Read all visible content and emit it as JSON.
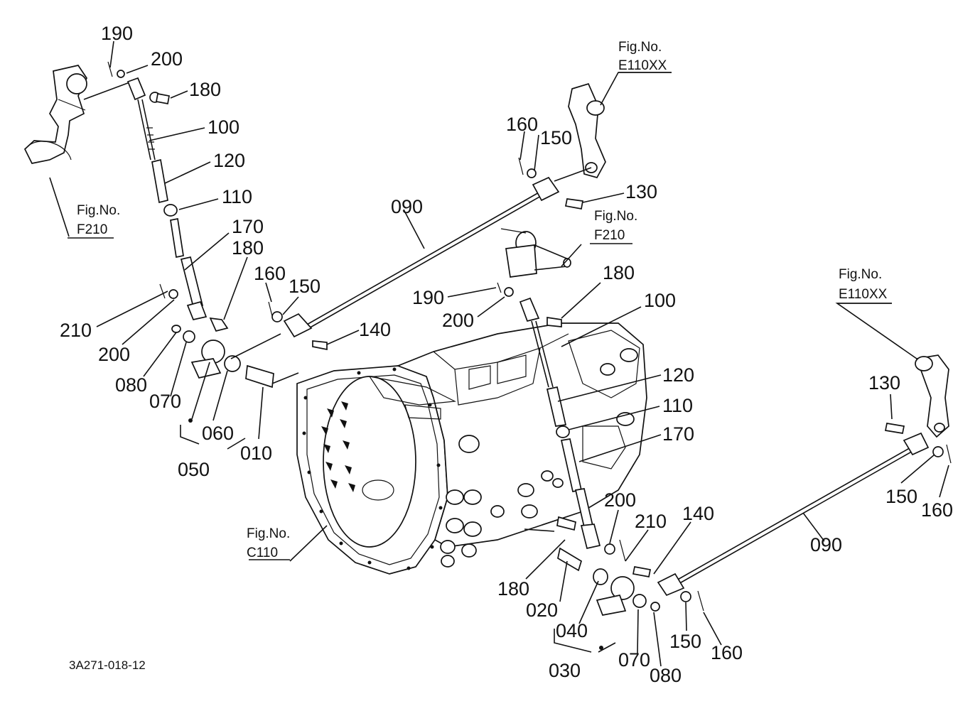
{
  "diagram_code": "3A271-018-12",
  "figure_refs": [
    {
      "id": "e110xx_top",
      "title": "Fig.No.",
      "code": "E110XX"
    },
    {
      "id": "f210_left",
      "title": "Fig.No.",
      "code": "F210"
    },
    {
      "id": "f210_mid",
      "title": "Fig.No.",
      "code": "F210"
    },
    {
      "id": "e110xx_right",
      "title": "Fig.No.",
      "code": "E110XX"
    },
    {
      "id": "c110",
      "title": "Fig.No.",
      "code": "C110"
    }
  ],
  "callouts": [
    {
      "id": "l190a",
      "text": "190"
    },
    {
      "id": "l200a",
      "text": "200"
    },
    {
      "id": "l180a",
      "text": "180"
    },
    {
      "id": "l100a",
      "text": "100"
    },
    {
      "id": "l120a",
      "text": "120"
    },
    {
      "id": "l110a",
      "text": "110"
    },
    {
      "id": "l170a",
      "text": "170"
    },
    {
      "id": "l180b",
      "text": "180"
    },
    {
      "id": "l160a",
      "text": "160"
    },
    {
      "id": "l150a",
      "text": "150"
    },
    {
      "id": "l210a",
      "text": "210"
    },
    {
      "id": "l200b",
      "text": "200"
    },
    {
      "id": "l080a",
      "text": "080"
    },
    {
      "id": "l070a",
      "text": "070"
    },
    {
      "id": "l060",
      "text": "060"
    },
    {
      "id": "l010",
      "text": "010"
    },
    {
      "id": "l050",
      "text": "050"
    },
    {
      "id": "l090a",
      "text": "090"
    },
    {
      "id": "l140a",
      "text": "140"
    },
    {
      "id": "l160b",
      "text": "160"
    },
    {
      "id": "l150b",
      "text": "150"
    },
    {
      "id": "l130a",
      "text": "130"
    },
    {
      "id": "l190b",
      "text": "190"
    },
    {
      "id": "l200c",
      "text": "200"
    },
    {
      "id": "l180c",
      "text": "180"
    },
    {
      "id": "l100b",
      "text": "100"
    },
    {
      "id": "l120b",
      "text": "120"
    },
    {
      "id": "l110b",
      "text": "110"
    },
    {
      "id": "l170b",
      "text": "170"
    },
    {
      "id": "l130b",
      "text": "130"
    },
    {
      "id": "l150c",
      "text": "150"
    },
    {
      "id": "l160c",
      "text": "160"
    },
    {
      "id": "l090b",
      "text": "090"
    },
    {
      "id": "l200d",
      "text": "200"
    },
    {
      "id": "l210b",
      "text": "210"
    },
    {
      "id": "l140b",
      "text": "140"
    },
    {
      "id": "l180d",
      "text": "180"
    },
    {
      "id": "l020",
      "text": "020"
    },
    {
      "id": "l040",
      "text": "040"
    },
    {
      "id": "l030",
      "text": "030"
    },
    {
      "id": "l070b",
      "text": "070"
    },
    {
      "id": "l080b",
      "text": "080"
    },
    {
      "id": "l150d",
      "text": "150"
    },
    {
      "id": "l160d",
      "text": "160"
    }
  ]
}
